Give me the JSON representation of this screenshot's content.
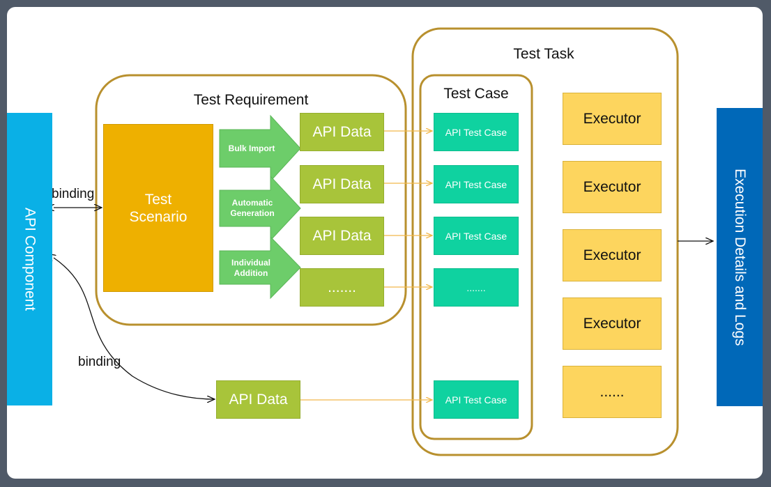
{
  "labels": {
    "api_component": "API Component",
    "execution_logs": "Execution Details and Logs",
    "test_requirement": "Test Requirement",
    "test_task": "Test Task",
    "test_case": "Test Case",
    "test_scenario": "Test Scenario",
    "binding_top": "binding",
    "binding_bottom": "binding"
  },
  "generation_methods": [
    "Bulk Import",
    "Automatic Generation",
    "Individual Addition"
  ],
  "api_data": [
    "API Data",
    "API Data",
    "API Data",
    "......."
  ],
  "standalone_api_data": "API Data",
  "test_cases": [
    "API Test Case",
    "API Test Case",
    "API Test Case",
    ".......",
    "API Test Case"
  ],
  "executors": [
    "Executor",
    "Executor",
    "Executor",
    "Executor",
    "......"
  ],
  "colors": {
    "api_component": "#0ab0e6",
    "execution_logs": "#0068b8",
    "test_scenario": "#eeb000",
    "api_data": "#a8c43a",
    "api_test_case": "#0fd2a0",
    "executor": "#fdd55e",
    "container_border": "#b8902e",
    "generation_arrow": "#6dcd6a",
    "connector": "#f2b84a"
  }
}
